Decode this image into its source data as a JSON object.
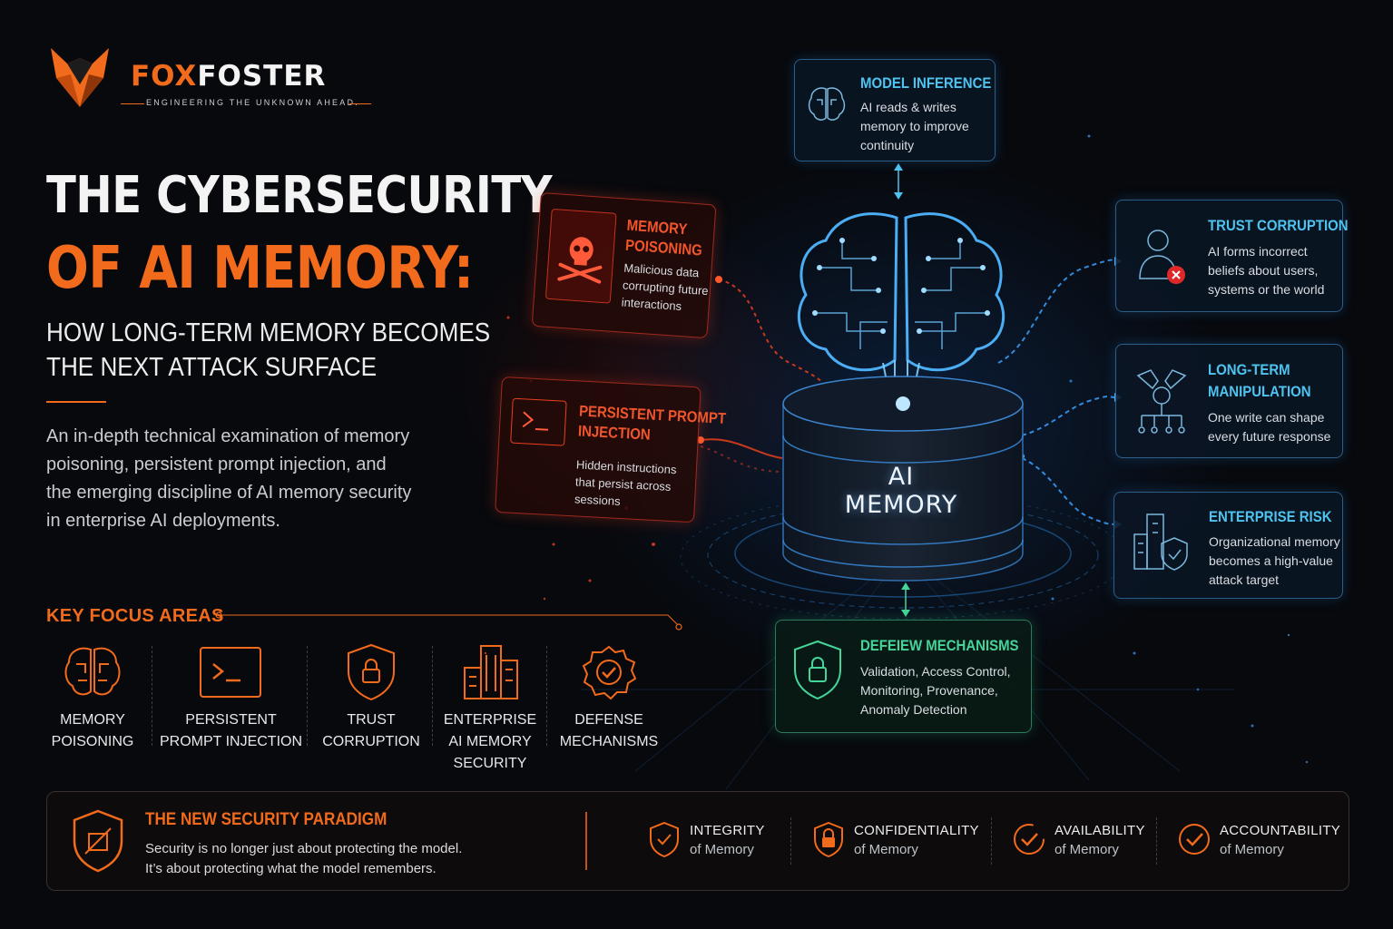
{
  "brand": {
    "name_part1": "FOX",
    "name_part2": "FOSTER",
    "tagline": "ENGINEERING THE UNKNOWN AHEAD."
  },
  "hero": {
    "title_line1": "THE CYBERSECURITY",
    "title_line2_prefix": "OF ",
    "title_line2_highlight": "AI MEMORY:",
    "subtitle_line1": "HOW LONG-TERM MEMORY BECOMES",
    "subtitle_line2": "THE NEXT ATTACK SURFACE",
    "description_lines": [
      "An in-depth technical examination of memory",
      "poisoning, persistent prompt injection, and",
      "the emerging discipline of AI memory security",
      "in enterprise AI deployments."
    ]
  },
  "key_focus": {
    "title": "KEY FOCUS AREAS",
    "items": [
      {
        "line1": "MEMORY",
        "line2": "POISONING",
        "line3": "",
        "icon": "brain-icon"
      },
      {
        "line1": "PERSISTENT",
        "line2": "PROMPT INJECTION",
        "line3": "",
        "icon": "terminal-icon"
      },
      {
        "line1": "TRUST",
        "line2": "CORRUPTION",
        "line3": "",
        "icon": "shield-lock-icon"
      },
      {
        "line1": "ENTERPRISE",
        "line2": "AI MEMORY",
        "line3": "SECURITY",
        "icon": "building-icon"
      },
      {
        "line1": "DEFENSE",
        "line2": "MECHANISMS",
        "line3": "",
        "icon": "badge-check-icon"
      }
    ]
  },
  "diagram": {
    "center_label": "AI MEMORY",
    "model_inference": {
      "title": "MODEL INFERENCE",
      "lines": [
        "AI reads & writes",
        "memory to improve",
        "continuity"
      ]
    },
    "memory_poisoning": {
      "title_line1": "MEMORY",
      "title_line2": "POISONING",
      "lines": [
        "Malicious data",
        "corrupting future",
        "interactions"
      ]
    },
    "prompt_injection": {
      "title_line1": "PERSISTENT PROMPT",
      "title_line2": "INJECTION",
      "lines": [
        "Hidden instructions",
        "that persist across",
        "sessions"
      ]
    },
    "trust_corruption": {
      "title": "TRUST CORRUPTION",
      "lines": [
        "AI forms incorrect",
        "beliefs about users,",
        "systems or the world"
      ]
    },
    "long_term": {
      "title_line1": "LONG-TERM",
      "title_line2": "MANIPULATION",
      "lines": [
        "One write can shape",
        "every future response"
      ]
    },
    "enterprise_risk": {
      "title": "ENTERPRISE RISK",
      "lines": [
        "Organizational memory",
        "becomes a high-value",
        "attack target"
      ]
    },
    "defense": {
      "title": "DEFEIEW MECHANISMS",
      "lines": [
        "Validation, Access Control,",
        "Monitoring, Provenance,",
        "Anomaly Detection"
      ]
    }
  },
  "paradigm": {
    "title": "THE NEW SECURITY PARADIGM",
    "lines": [
      "Security is no longer just about protecting the model.",
      "It’s about protecting what the model remembers."
    ],
    "pillars": [
      {
        "title": "INTEGRITY",
        "sub": "of Memory",
        "icon": "shield-check-icon"
      },
      {
        "title": "CONFIDENTIALITY",
        "sub": "of Memory",
        "icon": "padlock-icon"
      },
      {
        "title": "AVAILABILITY",
        "sub": "of Memory",
        "icon": "check-circle-icon"
      },
      {
        "title": "ACCOUNTABILITY",
        "sub": "of Memory",
        "icon": "check-badge-icon"
      }
    ]
  },
  "colors": {
    "accent": "#f26a1b",
    "blue": "#4fc3f0",
    "red": "#f0552c",
    "green": "#45d49a",
    "background": "#07090d"
  }
}
